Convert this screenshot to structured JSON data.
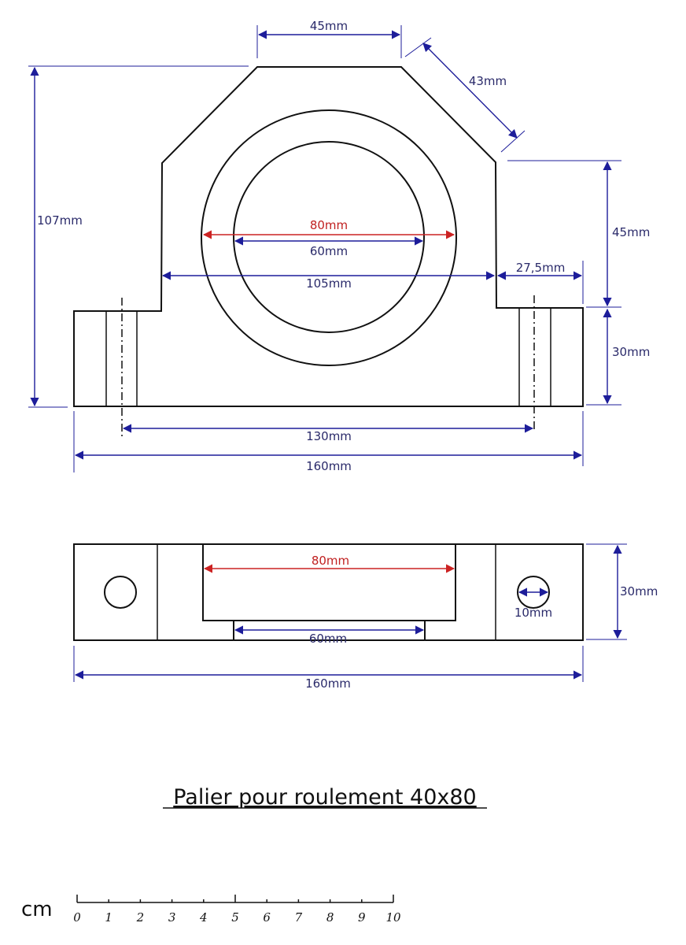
{
  "front_view": {
    "dim_top_flat": "45mm",
    "dim_chamfer": "43mm",
    "dim_total_height": "107mm",
    "dim_upper_height": "45mm",
    "dim_base_height": "30mm",
    "dim_outer_diameter": "80mm",
    "dim_inner_diameter": "60mm",
    "dim_body_width": "105mm",
    "dim_foot_width": "27,5mm",
    "dim_hole_spacing": "130mm",
    "dim_total_width": "160mm"
  },
  "top_view": {
    "dim_bore_outer": "80mm",
    "dim_bore_inner": "60mm",
    "dim_hole": "10mm",
    "dim_height": "30mm",
    "dim_total_width": "160mm"
  },
  "title": "Palier pour roulement 40x80",
  "scale": {
    "unit": "cm",
    "ticks": [
      "0",
      "1",
      "2",
      "3",
      "4",
      "5",
      "6",
      "7",
      "8",
      "9",
      "10"
    ]
  }
}
